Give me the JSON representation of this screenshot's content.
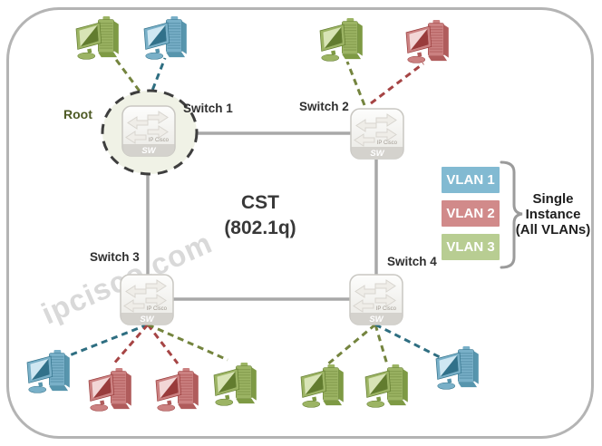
{
  "title": "CST",
  "subtitle": "(802.1q)",
  "root_label": "Root",
  "watermark": "ipcisco.com",
  "switch_icon": {
    "brand": "IP Cisco",
    "label": "SW"
  },
  "switches": [
    {
      "label": "Switch 1",
      "role": "root bridge",
      "hosts": [
        "VLAN 3",
        "VLAN 1"
      ]
    },
    {
      "label": "Switch 2",
      "role": "switch",
      "hosts": [
        "VLAN 3",
        "VLAN 2"
      ]
    },
    {
      "label": "Switch 3",
      "role": "switch",
      "hosts": [
        "VLAN 1",
        "VLAN 2",
        "VLAN 2",
        "VLAN 3"
      ]
    },
    {
      "label": "Switch 4",
      "role": "switch",
      "hosts": [
        "VLAN 3",
        "VLAN 3",
        "VLAN 1"
      ]
    }
  ],
  "trunk_links": [
    "Switch 1 - Switch 2",
    "Switch 1 - Switch 3",
    "Switch 2 - Switch 4",
    "Switch 3 - Switch 4"
  ],
  "legend": {
    "vlans": [
      {
        "label": "VLAN 1",
        "color": "#82bad2"
      },
      {
        "label": "VLAN 2",
        "color": "#d18a8a"
      },
      {
        "label": "VLAN 3",
        "color": "#b8cd92"
      }
    ],
    "note_lines": [
      "Single",
      "Instance",
      "(All VLANs)"
    ]
  },
  "colors": {
    "frame": "#b4b4b4",
    "trunk_line": "#a8a8a8",
    "root_circle_stroke": "#3e3e3e",
    "vlan1_link": "#2e6e81",
    "vlan2_link": "#a64444",
    "vlan3_link": "#74843e"
  }
}
